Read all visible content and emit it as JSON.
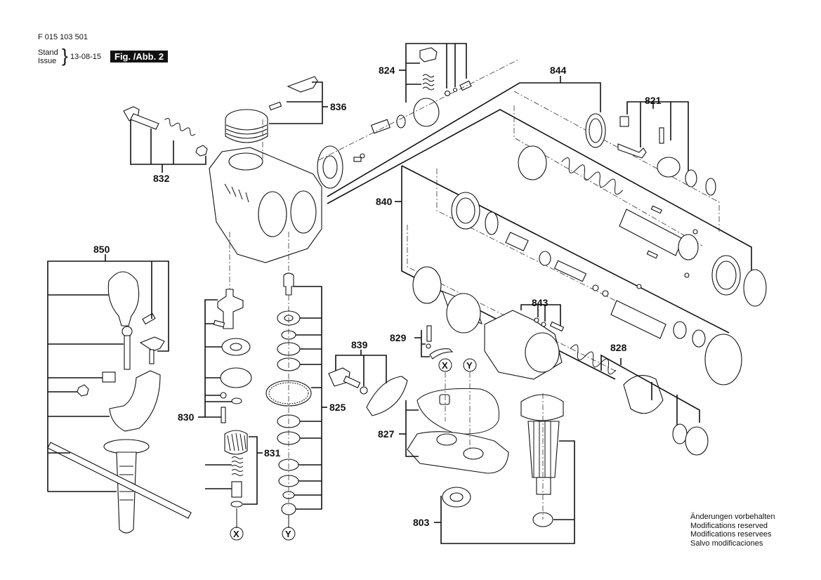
{
  "header": {
    "document_number": "F 015 103 501",
    "stand_label": "Stand",
    "issue_label": "Issue",
    "date": "13-08-15",
    "figure_label": "Fig. /Abb. 2"
  },
  "footer_note": [
    "Änderungen vorbehalten",
    "Modifications reserved",
    "Modifications reservees",
    "Salvo modificaciones"
  ],
  "part_groups": [
    {
      "id": "803"
    },
    {
      "id": "821"
    },
    {
      "id": "824"
    },
    {
      "id": "825"
    },
    {
      "id": "827"
    },
    {
      "id": "828"
    },
    {
      "id": "829"
    },
    {
      "id": "830"
    },
    {
      "id": "831"
    },
    {
      "id": "832"
    },
    {
      "id": "836"
    },
    {
      "id": "839"
    },
    {
      "id": "840"
    },
    {
      "id": "843"
    },
    {
      "id": "844"
    },
    {
      "id": "850"
    }
  ],
  "reference_markers": {
    "x": "X",
    "y": "Y"
  }
}
